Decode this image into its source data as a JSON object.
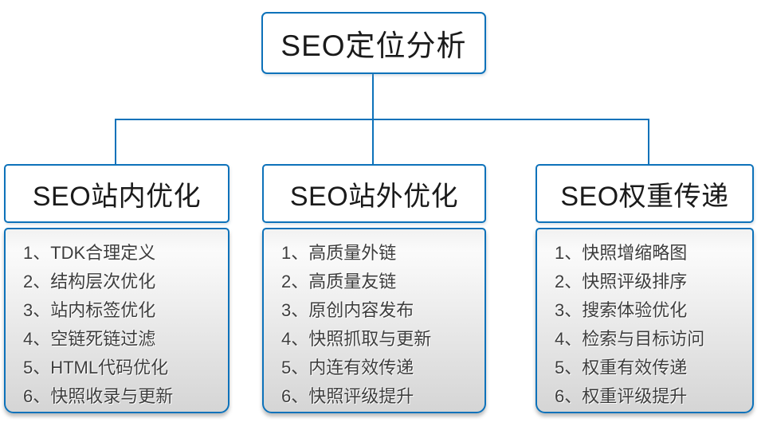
{
  "diagram": {
    "root": {
      "title": "SEO定位分析"
    },
    "columns": [
      {
        "header": "SEO站内优化",
        "items": [
          "1、TDK合理定义",
          "2、结构层次优化",
          "3、站内标签优化",
          "4、空链死链过滤",
          "5、HTML代码优化",
          "6、快照收录与更新"
        ]
      },
      {
        "header": "SEO站外优化",
        "items": [
          "1、高质量外链",
          "2、高质量友链",
          "3、原创内容发布",
          "4、快照抓取与更新",
          "5、内连有效传递",
          "6、快照评级提升"
        ]
      },
      {
        "header": "SEO权重传递",
        "items": [
          "1、快照增缩略图",
          "2、快照评级排序",
          "3、搜索体验优化",
          "4、检索与目标访问",
          "5、权重有效传递",
          "6、权重评级提升"
        ]
      }
    ],
    "colors": {
      "line": "#0d72ba",
      "border": "#0d72ba",
      "text": "#1a1a1a",
      "item_text": "#3d3d3d"
    }
  }
}
